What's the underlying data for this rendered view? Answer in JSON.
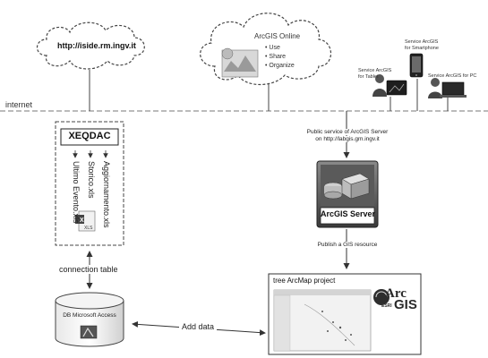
{
  "internet_label": "internet",
  "cloud_left": {
    "url": "http://iside.rm.ingv.it"
  },
  "cloud_center": {
    "title": "ArcGIS Online",
    "items": [
      "• Use",
      "• Share",
      "• Organize"
    ]
  },
  "devices": {
    "smartphone": [
      "Service ArcGIS",
      "for Smartphone"
    ],
    "tablet": [
      "Service ArcGIS",
      "for Tablet"
    ],
    "pc": "Service ArcGIS for PC"
  },
  "xeqdac": {
    "title": "XEQDAC",
    "files": [
      "Aggiornamento.xls",
      "Storico.xls",
      "Ultimo Evento.xls"
    ],
    "xls_badge": "XLS"
  },
  "server": {
    "public_service": [
      "Public service of ArcGIS Server",
      "on http://labgis.gm.ingv.it"
    ],
    "title": "ArcGIS Server",
    "publish_label": "Publish a GIS resource"
  },
  "connection_label": "connection table",
  "database_label": "DB Microsoft Access",
  "add_data_label": "Add data",
  "arcmap": {
    "title": "tree ArcMap project",
    "logo_arc": "Arc",
    "logo_esri": "ESRI",
    "logo_gis": "GIS"
  }
}
